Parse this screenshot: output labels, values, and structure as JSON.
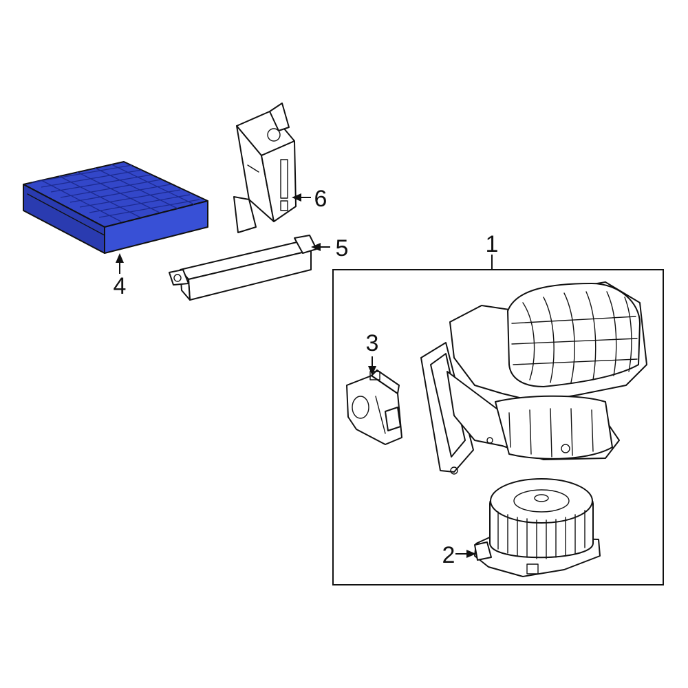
{
  "colors": {
    "line": "#111111",
    "background": "#ffffff",
    "highlight_fill": "#3347c9",
    "highlight_dark": "#1c2a8f"
  },
  "callouts": [
    {
      "id": "c1",
      "label": "1"
    },
    {
      "id": "c2",
      "label": "2"
    },
    {
      "id": "c3",
      "label": "3"
    },
    {
      "id": "c4",
      "label": "4"
    },
    {
      "id": "c5",
      "label": "5"
    },
    {
      "id": "c6",
      "label": "6"
    }
  ],
  "highlighted_part": "4"
}
